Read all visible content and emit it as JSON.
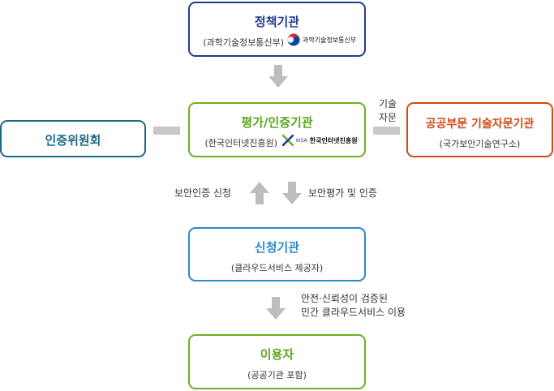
{
  "boxes": {
    "ministry": {
      "title": "정책기관",
      "subtitle": "(과학기술정보통신부)",
      "logo_text": "과학기술정보통신부",
      "color": "#1f3b8c"
    },
    "evaluation": {
      "title": "평가/인증기관",
      "subtitle": "(한국인터넷진흥원)",
      "logo_mark": "KISA",
      "logo_text": "한국인터넷진흥원",
      "color": "#6ab023"
    },
    "committee": {
      "title": "인증위원회",
      "color": "#1b6a86"
    },
    "advisory": {
      "title": "공공부문 기술자문기관",
      "subtitle": "(국가보안기술연구소)",
      "color": "#d24a12"
    },
    "applicant": {
      "title": "신청기관",
      "subtitle": "(클라우드서비스 제공자)",
      "color": "#2a8ac9"
    },
    "user": {
      "title": "이용자",
      "subtitle": "(공공기관 포함)",
      "color": "#6ab023"
    }
  },
  "labels": {
    "tech_advice_line1": "기술",
    "tech_advice_line2": "자문",
    "request": "보안인증 신청",
    "evaluate": "보안평가 및 인증",
    "use_line1": "안전·신뢰성이 검증된",
    "use_line2": "민간 클라우드서비스 이용"
  },
  "colors": {
    "arrow": "#bdbdbd"
  }
}
